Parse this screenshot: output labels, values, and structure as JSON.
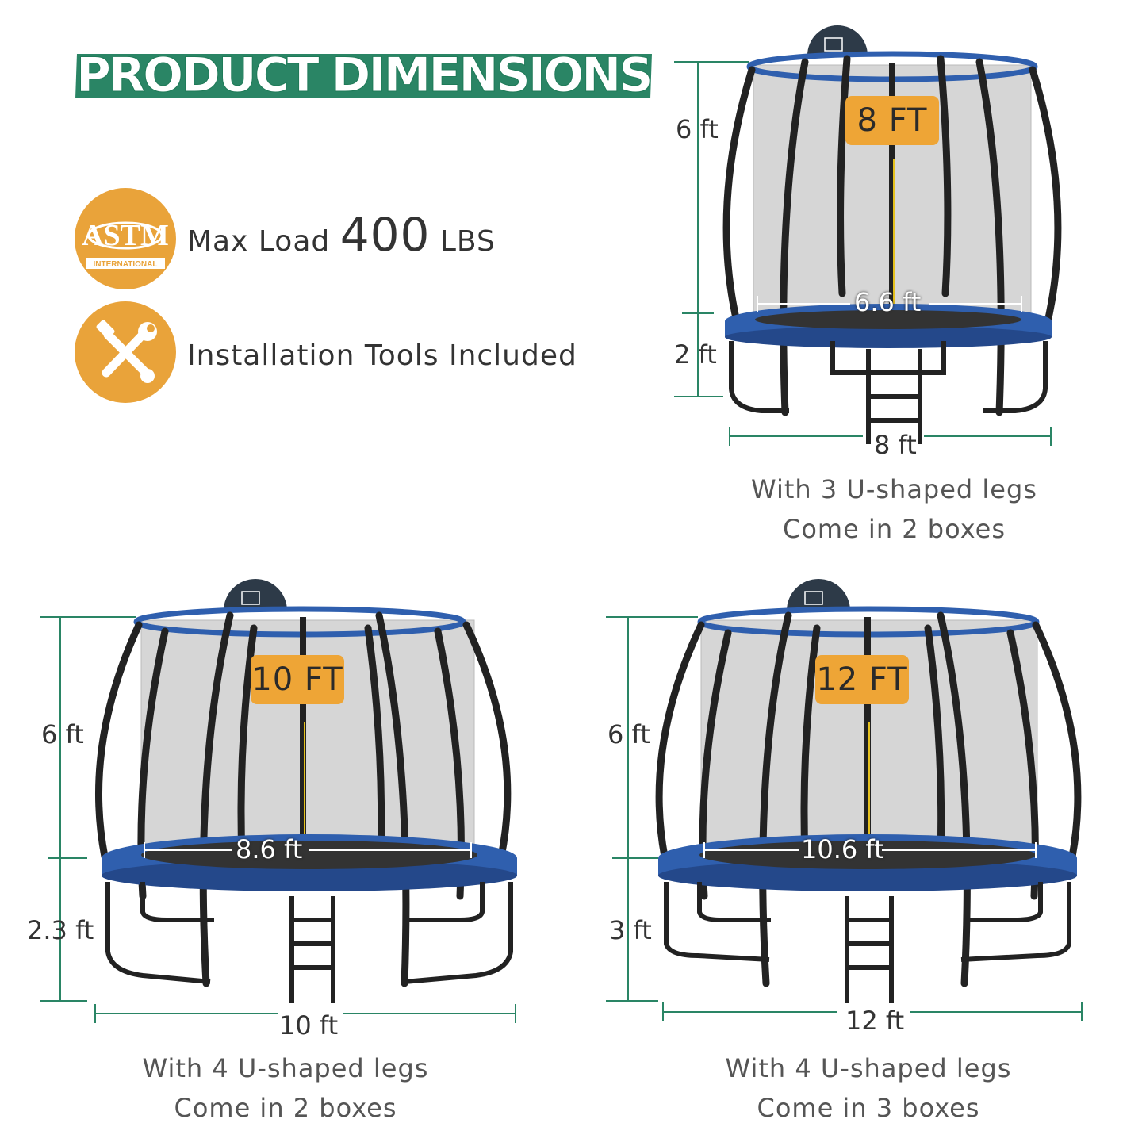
{
  "title": "PRODUCT DIMENSIONS",
  "features": {
    "load": {
      "prefix": "Max Load",
      "value": "400",
      "unit": "LBS",
      "badge_top": "ASTM",
      "badge_bottom": "INTERNATIONAL"
    },
    "tools": {
      "label": "Installation Tools Included"
    }
  },
  "models": {
    "m8": {
      "tag": "8 FT",
      "height_net": "6 ft",
      "height_leg": "2 ft",
      "width_total": "8 ft",
      "width_mat": "6.6 ft",
      "caption1": "With 3 U-shaped legs",
      "caption2": "Come in 2 boxes"
    },
    "m10": {
      "tag": "10 FT",
      "height_net": "6 ft",
      "height_leg": "2.3 ft",
      "width_total": "10 ft",
      "width_mat": "8.6 ft",
      "caption1": "With 4 U-shaped legs",
      "caption2": "Come in 2 boxes"
    },
    "m12": {
      "tag": "12 FT",
      "height_net": "6 ft",
      "height_leg": "3 ft",
      "width_total": "12 ft",
      "width_mat": "10.6 ft",
      "caption1": "With 4 U-shaped legs",
      "caption2": "Come in 3 boxes"
    }
  },
  "colors": {
    "accent_green": "#2a8565",
    "badge_orange": "#e9a33a",
    "frame_blue": "#2f5fae",
    "tag_orange": "#eea536"
  }
}
